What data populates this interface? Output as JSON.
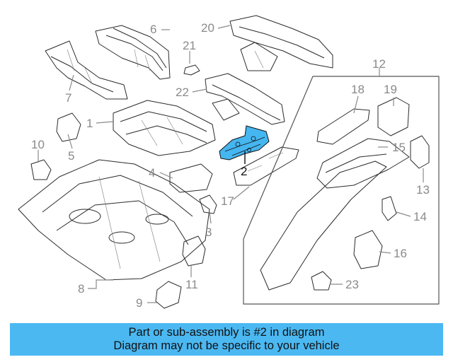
{
  "callouts": {
    "c1": "1",
    "c2": "2",
    "c3": "3",
    "c4": "4",
    "c5": "5",
    "c6": "6",
    "c7": "7",
    "c8": "8",
    "c9": "9",
    "c10": "10",
    "c11": "11",
    "c12": "12",
    "c13": "13",
    "c14": "14",
    "c15": "15",
    "c16": "16",
    "c17": "17",
    "c18": "18",
    "c19": "19",
    "c20": "20",
    "c21": "21",
    "c22": "22",
    "c23": "23"
  },
  "highlighted_part": "2",
  "colors": {
    "highlight": "#45b6f0",
    "banner": "#4bb8f2",
    "callout": "#8a8a8a"
  },
  "banner": {
    "line1": "Part or sub-assembly is #2 in diagram",
    "line2": "Diagram may not be specific to your vehicle"
  }
}
